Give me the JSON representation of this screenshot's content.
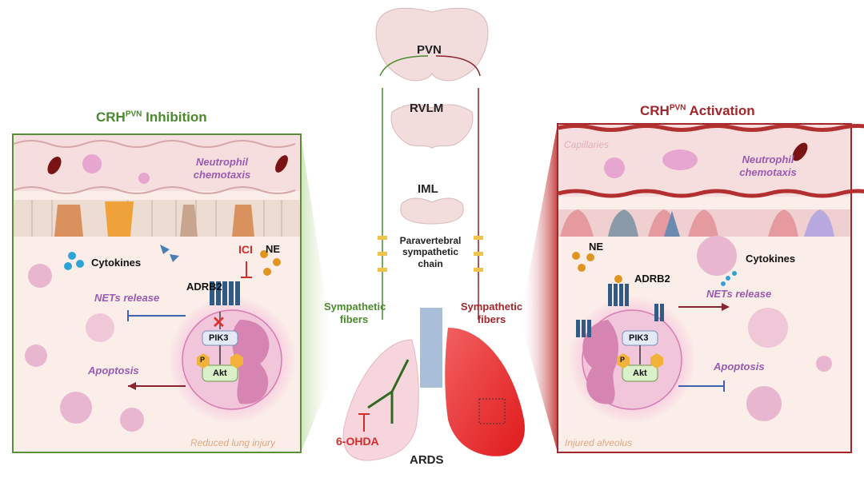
{
  "left_panel": {
    "title_main": "CRH",
    "title_sup": "PVN",
    "title_rest": " Inhibition",
    "title_color": "#4a8a2c",
    "neutrophil_chemotaxis": "Neutrophil chemotaxis",
    "cytokines": "Cytokines",
    "ici": "ICI",
    "ne": "NE",
    "adrb2": "ADRB2",
    "nets_release": "NETs release",
    "apoptosis": "Apoptosis",
    "pik3": "PIK3",
    "akt": "Akt",
    "p": "P",
    "footer": "Reduced lung injury"
  },
  "right_panel": {
    "title_main": "CRH",
    "title_sup": "PVN",
    "title_rest": " Activation",
    "title_color": "#a3262a",
    "capillaries": "Capillaries",
    "neutrophil_chemotaxis": "Neutrophil chemotaxis",
    "ne": "NE",
    "cytokines": "Cytokines",
    "adrb2": "ADRB2",
    "nets_release": "NETs release",
    "apoptosis": "Apoptosis",
    "pik3": "PIK3",
    "akt": "Akt",
    "p": "P",
    "footer": "Injured alveolus"
  },
  "center": {
    "pvn": "PVN",
    "rvlm": "RVLM",
    "iml": "IML",
    "chain": "Paravertebral sympathetic chain",
    "sympathetic_fibers_left": "Sympathetic fibers",
    "sympathetic_fibers_right": "Sympathetic fibers",
    "six_ohda": "6-OHDA",
    "ards": "ARDS"
  },
  "colors": {
    "green": "#4a8a2c",
    "dark_red": "#a3262a",
    "purple": "#9a5ab0",
    "red_lung": "#e8292b",
    "pink_lung": "#f6d6dc"
  }
}
